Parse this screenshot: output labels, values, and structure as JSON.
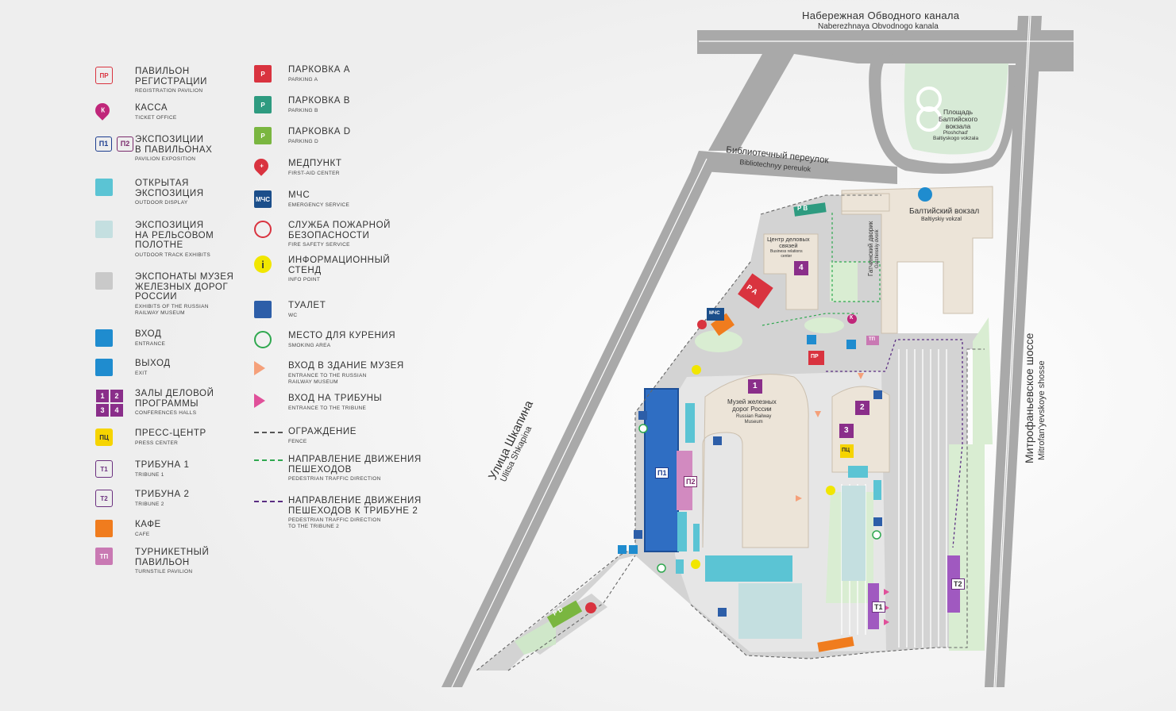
{
  "legend": {
    "col1": [
      {
        "icon": "registration-pavilion-icon",
        "code": "ПР",
        "ru": "ПАВИЛЬОН\nРЕГИСТРАЦИИ",
        "en": "REGISTRATION PAVILION",
        "color": "#d9333f"
      },
      {
        "icon": "ticket-office-icon",
        "code": "К",
        "ru": "КАССА",
        "en": "TICKET OFFICE",
        "color": "#c0267a"
      },
      {
        "icon": "pavilion-exposition-icon",
        "code": "П1 П2",
        "ru": "ЭКСПОЗИЦИИ\nВ ПАВИЛЬОНАХ",
        "en": "PAVILION EXPOSITION",
        "color": "#1d3d8f"
      },
      {
        "icon": "outdoor-display-icon",
        "code": "",
        "ru": "ОТКРЫТАЯ\nЭКСПОЗИЦИЯ",
        "en": "OUTDOOR DISPLAY",
        "color": "#5bc4d4"
      },
      {
        "icon": "outdoor-track-icon",
        "code": "",
        "ru": "ЭКСПОЗИЦИЯ\nНА РЕЛЬСОВОМ\nПОЛОТНЕ",
        "en": "OUTDOOR TRACK EXHIBITS",
        "color": "#c4dfe0"
      },
      {
        "icon": "museum-exhibits-icon",
        "code": "",
        "ru": "ЭКСПОНАТЫ МУЗЕЯ\nЖЕЛЕЗНЫХ ДОРОГ\nРОССИИ",
        "en": "EXHIBITS OF THE RUSSIAN\nRAILWAY MUSEUM",
        "color": "#c9c9c9"
      },
      {
        "icon": "entrance-icon",
        "code": "",
        "ru": "ВХОД",
        "en": "ENTRANCE",
        "color": "#1f8ccf"
      },
      {
        "icon": "exit-icon",
        "code": "",
        "ru": "ВЫХОД",
        "en": "EXIT",
        "color": "#1f8ccf"
      },
      {
        "icon": "conference-halls-icon",
        "code": "1 2 3 4",
        "ru": "ЗАЛЫ ДЕЛОВОЙ\nПРОГРАММЫ",
        "en": "CONFERENCES HALLS",
        "color": "#8a2e8a"
      },
      {
        "icon": "press-center-icon",
        "code": "ПЦ",
        "ru": "ПРЕСС-ЦЕНТР",
        "en": "PRESS CENTER",
        "color": "#f6d400"
      },
      {
        "icon": "tribune-1-icon",
        "code": "Т1",
        "ru": "ТРИБУНА 1",
        "en": "TRIBUNE 1",
        "color": "#6b2f7f"
      },
      {
        "icon": "tribune-2-icon",
        "code": "Т2",
        "ru": "ТРИБУНА 2",
        "en": "TRIBUNE 2",
        "color": "#6b2f7f"
      },
      {
        "icon": "cafe-icon",
        "code": "",
        "ru": "КАФЕ",
        "en": "CAFE",
        "color": "#f07c1e"
      },
      {
        "icon": "turnstile-pavilion-icon",
        "code": "ТП",
        "ru": "ТУРНИКЕТНЫЙ\nПАВИЛЬОН",
        "en": "TURNSTILE PAVILION",
        "color": "#c979b3"
      }
    ],
    "col2": [
      {
        "icon": "parking-a-icon",
        "code": "P",
        "ru": "ПАРКОВКА А",
        "en": "PARKING A",
        "color": "#d9333f"
      },
      {
        "icon": "parking-b-icon",
        "code": "P",
        "ru": "ПАРКОВКА В",
        "en": "PARKING B",
        "color": "#2e9b80"
      },
      {
        "icon": "parking-d-icon",
        "code": "P",
        "ru": "ПАРКОВКА D",
        "en": "PARKING D",
        "color": "#7ab640"
      },
      {
        "icon": "first-aid-icon",
        "code": "+",
        "ru": "МЕДПУНКТ",
        "en": "FIRST-AID CENTER",
        "color": "#d9333f"
      },
      {
        "icon": "emergency-service-icon",
        "code": "МЧС",
        "ru": "МЧС",
        "en": "EMERGENCY SERVICE",
        "color": "#1b4e8a"
      },
      {
        "icon": "fire-safety-icon",
        "code": "",
        "ru": "СЛУЖБА ПОЖАРНОЙ\nБЕЗОПАСНОСТИ",
        "en": "FIRE SAFETY SERVICE",
        "color": "#d9333f"
      },
      {
        "icon": "info-point-icon",
        "code": "i",
        "ru": "ИНФОРМАЦИОННЫЙ\nСТЕНД",
        "en": "INFO POINT",
        "color": "#f1e600"
      },
      {
        "icon": "wc-icon",
        "code": "",
        "ru": "ТУАЛЕТ",
        "en": "WC",
        "color": "#2d5ea8"
      },
      {
        "icon": "smoking-area-icon",
        "code": "",
        "ru": "МЕСТО ДЛЯ КУРЕНИЯ",
        "en": "SMOKING AREA",
        "color": "#2fa84f"
      },
      {
        "icon": "museum-entrance-icon",
        "code": "",
        "ru": "ВХОД В ЗДАНИЕ МУЗЕЯ",
        "en": "ENTRANCE TO THE RUSSIAN\nRAILWAY MUSEUM",
        "color": "#f5a07a"
      },
      {
        "icon": "tribune-entrance-icon",
        "code": "",
        "ru": "ВХОД НА ТРИБУНЫ",
        "en": "ENTRANCE TO THE TRIBUNE",
        "color": "#e0509a"
      },
      {
        "icon": "fence-icon",
        "code": "",
        "ru": "ОГРАЖДЕНИЕ",
        "en": "FENCE",
        "color": "#555555"
      },
      {
        "icon": "pedestrian-direction-icon",
        "code": "",
        "ru": "НАПРАВЛЕНИЕ ДВИЖЕНИЯ\nПЕШЕХОДОВ",
        "en": "PEDESTRIAN TRAFFIC DIRECTION",
        "color": "#2fa84f"
      },
      {
        "icon": "pedestrian-tribune2-icon",
        "code": "",
        "ru": "НАПРАВЛЕНИЕ ДВИЖЕНИЯ\nПЕШЕХОДОВ К ТРИБУНЕ 2",
        "en": "PEDESTRIAN TRAFFIC DIRECTION\nTO THE TRIBUNE 2",
        "color": "#5a2d82"
      }
    ]
  },
  "map": {
    "street_top_ru": "Набережная Обводного канала",
    "street_top_en": "Naberezhnaya Obvodnogo kanala",
    "lane_ru": "Библиотечный переулок",
    "lane_en": "Bibliotechnyy pereulok",
    "square_ru": "Площадь\nБалтийского\nвокзала",
    "square_en": "Ploshchad'\nBaltiyskogo vokzala",
    "station_ru": "Балтийский вокзал",
    "station_en": "Baltiyskiy vokzal",
    "courtyard_ru": "Гатчинский дворик",
    "courtyard_en": "Gatchinskiy dvorik",
    "business_ru": "Центр деловых\nсвязей",
    "business_en": "Business relations\ncenter",
    "museum_ru": "Музей железных\nдорог России",
    "museum_en": "Russian Railway\nMuseum",
    "street_left_ru": "Улица Шкапина",
    "street_left_en": "Ulitsa Shkapina",
    "street_right_ru": "Митрофаньевское шоссе",
    "street_right_en": "Mitrofan'yevskoye shosse",
    "parking_a": "P A",
    "parking_b": "P B",
    "parking_d": "P D",
    "mchs": "МЧС",
    "pr": "ПР",
    "tp": "ТП",
    "pc": "ПЦ",
    "p1": "П1",
    "p2": "П2",
    "t1": "Т1",
    "t2": "Т2",
    "k": "К",
    "hall1": "1",
    "hall2": "2",
    "hall3": "3",
    "hall4": "4"
  }
}
